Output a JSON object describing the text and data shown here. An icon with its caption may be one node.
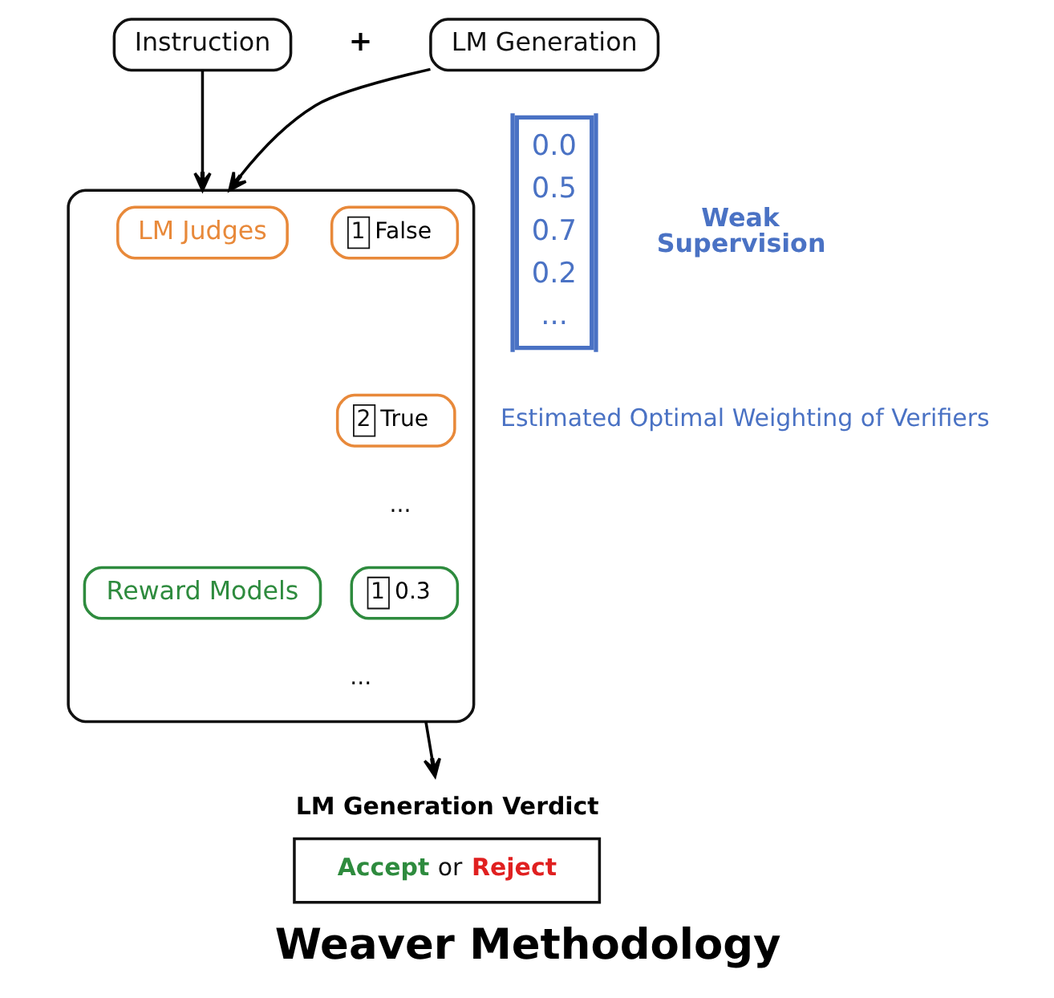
{
  "diagram": {
    "title": "Weaver Methodology",
    "nodes": [
      {
        "text": [
          "Instruction"
        ]
      },
      {
        "text": [
          "LM Generation"
        ]
      },
      {
        "text": [],
        "shape": "box"
      },
      {
        "text": [
          "LM Judges"
        ],
        "in": 2
      },
      {
        "text": [
          "1",
          "False"
        ],
        "in": 2
      },
      {
        "text": [
          "2",
          "True"
        ],
        "in": 2
      },
      {
        "text": [
          "Reward Models"
        ],
        "in": 2
      },
      {
        "text": [
          "1",
          "0.3"
        ],
        "in": 2
      },
      {
        "text": [
          "0.0",
          "0.5",
          "0.7",
          "0.2",
          "..."
        ]
      },
      {
        "text": [
          "LM Generation Verdict",
          "Accept",
          "or",
          "Reject"
        ]
      }
    ],
    "edges": [
      {
        "from": 0,
        "to": 2,
        "arrow": "to"
      },
      {
        "from": 1,
        "to": 2,
        "arrow": "to"
      },
      {
        "from": 2,
        "to": 9,
        "arrow": "to"
      }
    ],
    "labels": [
      "+",
      "...",
      "...",
      "Weak Supervision",
      "Estimated Optimal Weighting of Verifiers"
    ]
  }
}
